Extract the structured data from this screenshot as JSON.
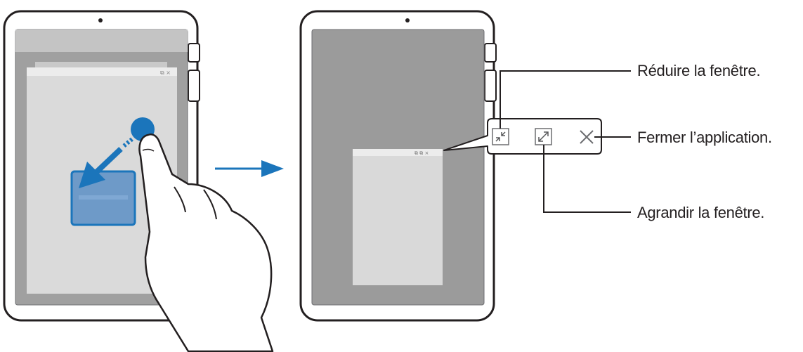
{
  "colors": {
    "accent_blue": "#1b75bb",
    "screen_gray": "#9b9b9b",
    "device_outline": "#231f20"
  },
  "callouts": {
    "minimize": "Réduire la fenêtre.",
    "close": "Fermer l’application.",
    "maximize": "Agrandir la fenêtre."
  },
  "icons": {
    "minimize": "minimize-window-icon",
    "maximize": "maximize-window-icon",
    "close": "close-icon"
  }
}
